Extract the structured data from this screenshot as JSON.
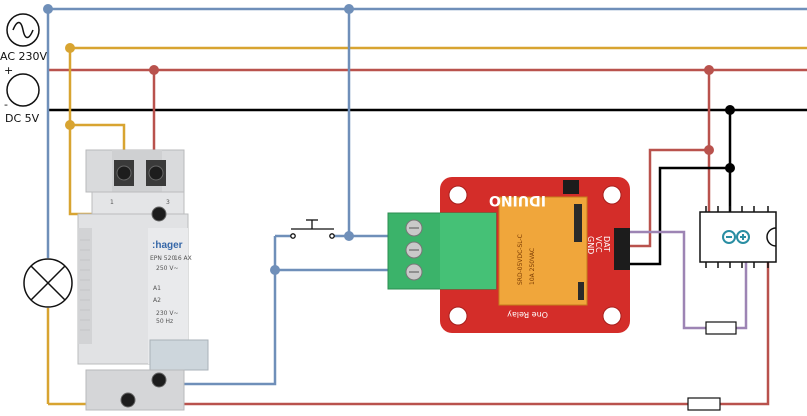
{
  "colors": {
    "blue": "#6f8fb9",
    "yellow": "#d8a431",
    "red": "#b9524d",
    "black": "#000000",
    "purple": "#9d84b4",
    "relay_board": "#d42d29",
    "terminal_green": "#3bb36a",
    "relay_orange": "#f0a63b"
  },
  "sources": {
    "ac_label": "AC 230V",
    "dc_plus": "+",
    "dc_minus": "-",
    "dc_label": "DC 5V"
  },
  "contactor": {
    "brand": ":hager",
    "model": "EPN 520",
    "rating": "16 AX",
    "voltage": "250 V~",
    "coil": "230 V~",
    "freq": "50 Hz",
    "pin1": "1",
    "pin3": "3",
    "pinA1": "A1",
    "pinA2": "A2"
  },
  "pushbutton": {
    "icon": "pushbutton-icon"
  },
  "lamp": {
    "icon": "lamp-icon"
  },
  "relay_module": {
    "brand": "IDUINO",
    "title": "One Relay",
    "pin_dat": "DAT",
    "pin_vcc": "VCC",
    "pin_gnd": "GND",
    "relay_text_1": "SRD-05VDC-SL-C",
    "relay_text_2": "10A 250VAC"
  },
  "arduino": {
    "icon": "arduino-logo-icon"
  },
  "resistors": {
    "icon": "resistor-icon"
  }
}
